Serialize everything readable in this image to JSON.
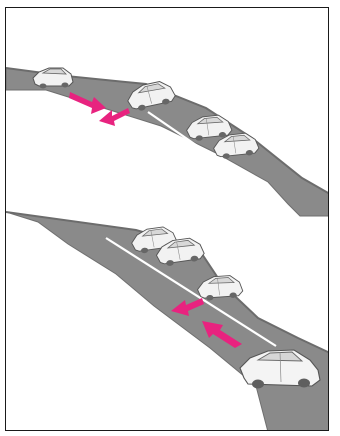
{
  "illustration": {
    "panels": [
      {
        "name": "overtaking-merge-upper",
        "own_car": "sedan",
        "arrow_color": "#e8237f",
        "arrows": [
          "arrow-right-down",
          "arrow-left-down"
        ],
        "cars": [
          "own-car-upper",
          "merging-car-upper",
          "vehicle-ahead-1",
          "vehicle-ahead-2"
        ]
      },
      {
        "name": "overtaking-merge-lower",
        "own_car": "sedan",
        "arrow_color": "#e8237f",
        "arrows": [
          "arrow-left",
          "arrow-left-up"
        ],
        "cars": [
          "own-car-lower",
          "merging-car-lower",
          "vehicle-ahead-3",
          "vehicle-ahead-4"
        ]
      }
    ],
    "colors": {
      "road": "#888888",
      "road_edge": "#6f6f6f",
      "lane_line": "#ffffff",
      "car_body": "#f2f2f2",
      "car_outline": "#555555",
      "arrow": "#e8237f"
    }
  }
}
